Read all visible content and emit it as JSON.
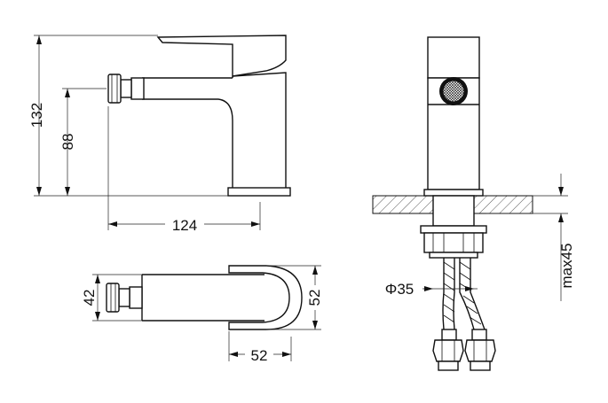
{
  "dimensions": {
    "side_total_height": "132",
    "side_spout_height": "88",
    "side_reach": "124",
    "top_body_width": "42",
    "top_handle_width": "52",
    "top_handle_depth": "52",
    "front_hole_diameter": "Φ35",
    "front_max_thickness": "max45"
  }
}
